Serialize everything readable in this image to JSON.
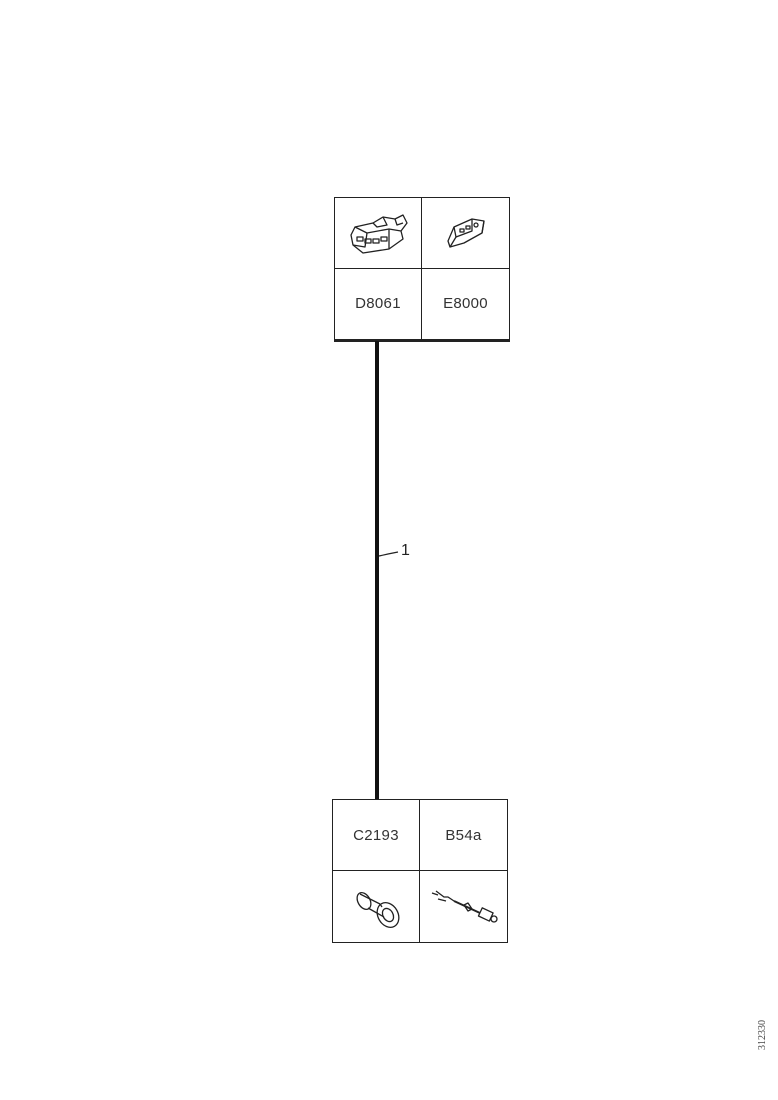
{
  "connectors": {
    "top": [
      {
        "code": "D8061",
        "icon": "multi-pin-connector-icon"
      },
      {
        "code": "E8000",
        "icon": "small-connector-icon"
      }
    ],
    "bottom": [
      {
        "code": "C2193",
        "icon": "round-connector-icon"
      },
      {
        "code": "B54a",
        "icon": "sensor-probe-icon"
      }
    ]
  },
  "wire": {
    "label": "1"
  },
  "reference_id": "312330"
}
